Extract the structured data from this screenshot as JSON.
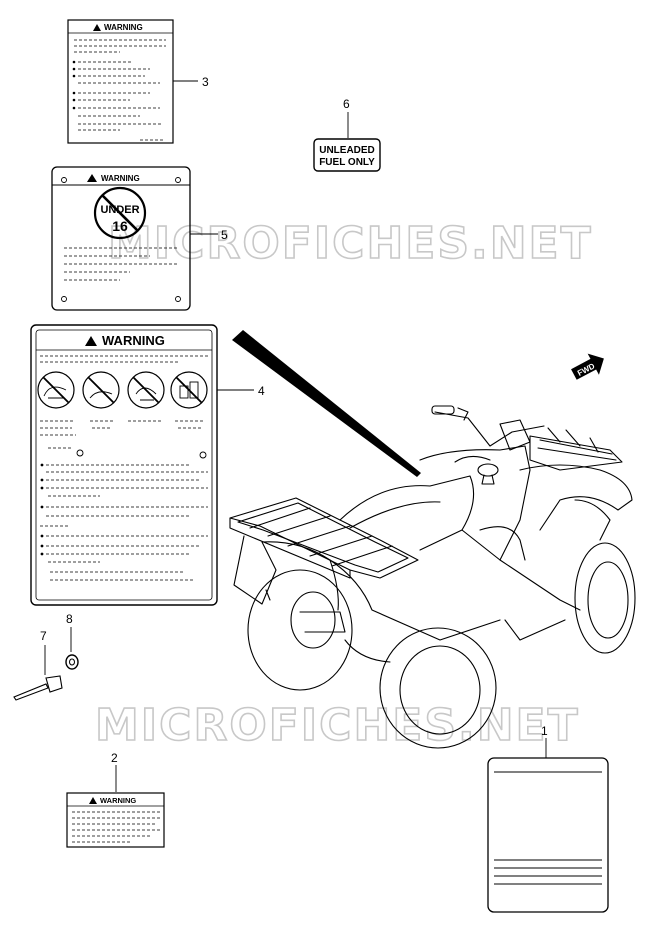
{
  "watermark": "MICROFICHES.NET",
  "callouts": {
    "c1": "1",
    "c2": "2",
    "c3": "3",
    "c4": "4",
    "c5": "5",
    "c6": "6",
    "c7": "7",
    "c8": "8"
  },
  "labels": {
    "warning": "WARNING",
    "fuel_line1": "UNLEADED",
    "fuel_line2": "FUEL ONLY",
    "under_text": "UNDER",
    "under_age": "16",
    "fwd": "FWD"
  },
  "colors": {
    "ink": "#000000",
    "watermark": "#c8c8c8"
  }
}
